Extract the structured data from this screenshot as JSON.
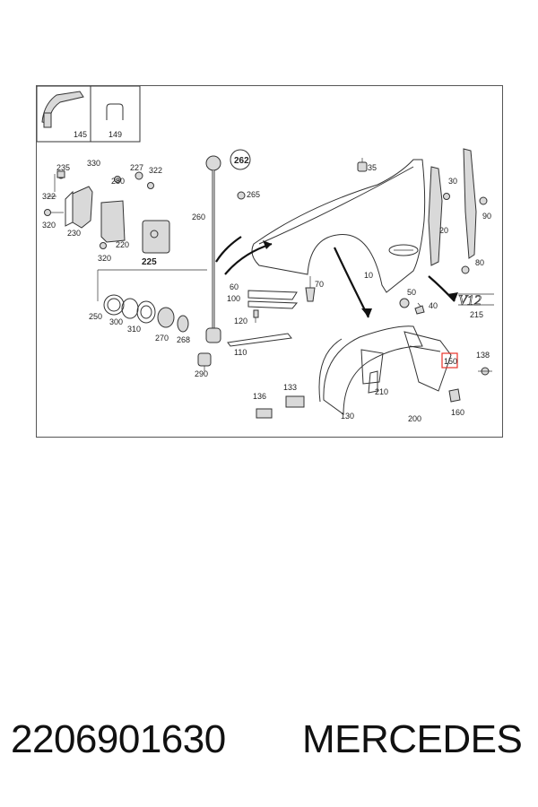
{
  "diagram": {
    "labels": {
      "p145": "145",
      "p149": "149",
      "p235": "235",
      "p330": "330",
      "p227": "227",
      "p322a": "322",
      "p322b": "322",
      "p280": "280",
      "p320a": "320",
      "p230": "230",
      "p220": "220",
      "p320b": "320",
      "p225": "225",
      "p250": "250",
      "p300": "300",
      "p310": "310",
      "p270": "270",
      "p268": "268",
      "p290": "290",
      "p262": "262",
      "p265": "265",
      "p260": "260",
      "p35": "35",
      "p30": "30",
      "p90": "90",
      "p20": "20",
      "p80": "80",
      "p10": "10",
      "p70": "70",
      "p60": "60",
      "p100": "100",
      "p50": "50",
      "p40": "40",
      "p215": "215",
      "p120": "120",
      "p110": "110",
      "p138": "138",
      "p150": "150",
      "p136": "136",
      "p133": "133",
      "p210": "210",
      "p200": "200",
      "p160": "160",
      "p130": "130"
    },
    "badge_text": "V12",
    "highlight_color": "#e8332a"
  },
  "caption": {
    "part_number": "2206901630",
    "brand": "MERCEDES"
  }
}
